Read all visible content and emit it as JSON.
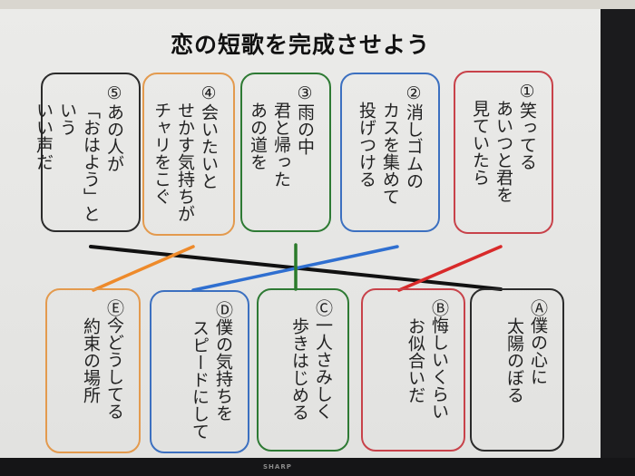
{
  "title": "恋の短歌を完成させよう",
  "brand": "SHARP",
  "top_cards": [
    {
      "id": "1",
      "color": "#c8424a",
      "lines": [
        "①笑ってる",
        "あいつと君を",
        "見ていたら"
      ]
    },
    {
      "id": "2",
      "color": "#3c70c0",
      "lines": [
        "②消しゴムの",
        "カスを集めて",
        "投げつける"
      ]
    },
    {
      "id": "3",
      "color": "#2e7a34",
      "lines": [
        "③雨の中",
        "君と帰った",
        "あの道を"
      ]
    },
    {
      "id": "4",
      "color": "#e39a4e",
      "lines": [
        "④会いたいと",
        "せかす気持ちが",
        "チャリをこぐ"
      ]
    },
    {
      "id": "5",
      "color": "#2b2b2b",
      "lines": [
        "⑤あの人が",
        "「おはよう」という",
        "いい声だ"
      ]
    }
  ],
  "bottom_cards": [
    {
      "id": "A",
      "color": "#2b2b2b",
      "lines": [
        "Ⓐ僕の心に",
        "太陽のぼる"
      ]
    },
    {
      "id": "B",
      "color": "#c8424a",
      "lines": [
        "Ⓑ悔しいくらい",
        "お似合いだ"
      ]
    },
    {
      "id": "C",
      "color": "#2e7a34",
      "lines": [
        "Ⓒ一人さみしく",
        "歩きはじめる"
      ]
    },
    {
      "id": "D",
      "color": "#3c70c0",
      "lines": [
        "Ⓓ僕の気持ちを",
        "スピードにして"
      ]
    },
    {
      "id": "E",
      "color": "#e39a4e",
      "lines": [
        "Ⓔ今どうしてる",
        "約束の場所"
      ]
    }
  ],
  "connections": [
    {
      "from": "1",
      "to": "B",
      "color": "#d82a2a"
    },
    {
      "from": "2",
      "to": "D",
      "color": "#2f6fd0"
    },
    {
      "from": "3",
      "to": "C",
      "color": "#2a7a2a"
    },
    {
      "from": "4",
      "to": "E",
      "color": "#ee8a2a"
    },
    {
      "from": "5",
      "to": "A",
      "color": "#111111"
    }
  ]
}
